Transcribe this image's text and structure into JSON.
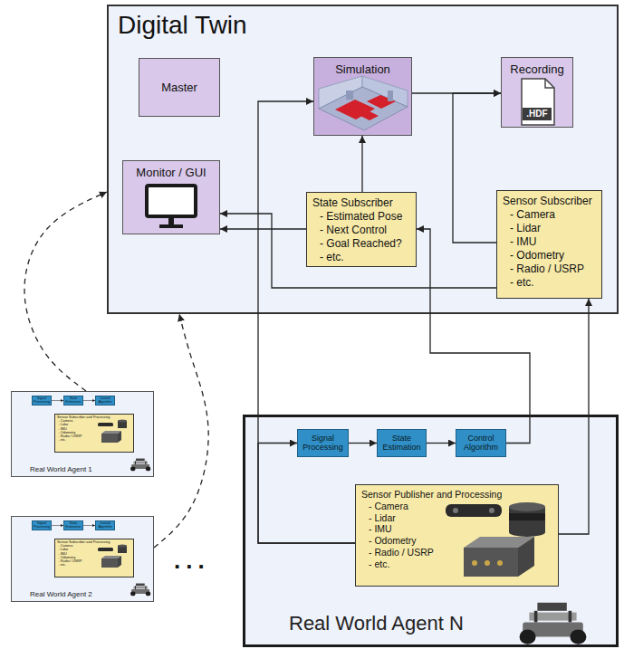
{
  "diagram": {
    "nodes": [
      {
        "text": [
          "Digital Twin"
        ]
      },
      {
        "text": [
          "Master"
        ],
        "in": 0
      },
      {
        "text": [
          "Simulation"
        ],
        "in": 0
      },
      {
        "text": [
          "Recording",
          ".HDF"
        ],
        "in": 0
      },
      {
        "text": [
          "Monitor / GUI"
        ],
        "in": 0
      },
      {
        "text": [
          "State Subscriber",
          "- Estimated Pose",
          "- Next Control",
          "- Goal Reached?",
          "- etc."
        ],
        "in": 0
      },
      {
        "text": [
          "Sensor Subscriber",
          "- Camera",
          "- Lidar",
          "- IMU",
          "- Odometry",
          "- Radio / USRP",
          "- etc."
        ],
        "in": 0
      },
      {
        "text": [
          "Real World Agent 1"
        ]
      },
      {
        "text": [
          "Signal Processing"
        ],
        "in": 7
      },
      {
        "text": [
          "State Estimation"
        ],
        "in": 7
      },
      {
        "text": [
          "Control Algorithm"
        ],
        "in": 7
      },
      {
        "text": [
          "Sensor Subscriber and Processing",
          "- Camera",
          "- Lidar",
          "- IMU",
          "- Odometry",
          "- Radio / USRP",
          "- etc."
        ],
        "in": 7
      },
      {
        "text": [
          "Real World Agent 2"
        ]
      },
      {
        "text": [
          "Signal Processing"
        ],
        "in": 12
      },
      {
        "text": [
          "State Estimation"
        ],
        "in": 12
      },
      {
        "text": [
          "Control Algorithm"
        ],
        "in": 12
      },
      {
        "text": [
          "Sensor Subscriber and Processing",
          "- Camera",
          "- Lidar",
          "- IMU",
          "- Odometry",
          "- Radio / USRP",
          "- etc."
        ],
        "in": 12
      },
      {
        "text": [
          "Real World Agent N"
        ]
      },
      {
        "text": [
          "Signal Processing"
        ],
        "in": 17
      },
      {
        "text": [
          "State Estimation"
        ],
        "in": 17
      },
      {
        "text": [
          "Control Algorithm"
        ],
        "in": 17
      },
      {
        "text": [
          "Sensor Publisher and Processing",
          "- Camera",
          "- Lidar",
          "- IMU",
          "- Odometry",
          "- Radio / USRP",
          "- etc."
        ],
        "in": 17
      }
    ],
    "edges": [
      {
        "from": 2,
        "to": 3,
        "arrow": "to"
      },
      {
        "from": 6,
        "to": 3,
        "arrow": "to"
      },
      {
        "from": 5,
        "to": 2,
        "arrow": "to"
      },
      {
        "from": 5,
        "to": 4,
        "arrow": "to"
      },
      {
        "from": 6,
        "to": 4,
        "arrow": "to"
      },
      {
        "from": 21,
        "to": 2,
        "arrow": "to"
      },
      {
        "from": 21,
        "to": 18,
        "arrow": "to"
      },
      {
        "from": 18,
        "to": 19,
        "arrow": "to"
      },
      {
        "from": 19,
        "to": 20,
        "arrow": "to"
      },
      {
        "from": 20,
        "to": 5,
        "arrow": "to"
      },
      {
        "from": 21,
        "to": 6,
        "arrow": "to"
      },
      {
        "from": 7,
        "to": 0,
        "arrow": "to"
      },
      {
        "from": 12,
        "to": 0,
        "arrow": "to"
      },
      {
        "from": 8,
        "to": 9,
        "arrow": "to"
      },
      {
        "from": 9,
        "to": 10,
        "arrow": "to"
      },
      {
        "from": 13,
        "to": 14,
        "arrow": "to"
      },
      {
        "from": 14,
        "to": 15,
        "arrow": "to"
      }
    ],
    "labels": [
      "..."
    ]
  }
}
